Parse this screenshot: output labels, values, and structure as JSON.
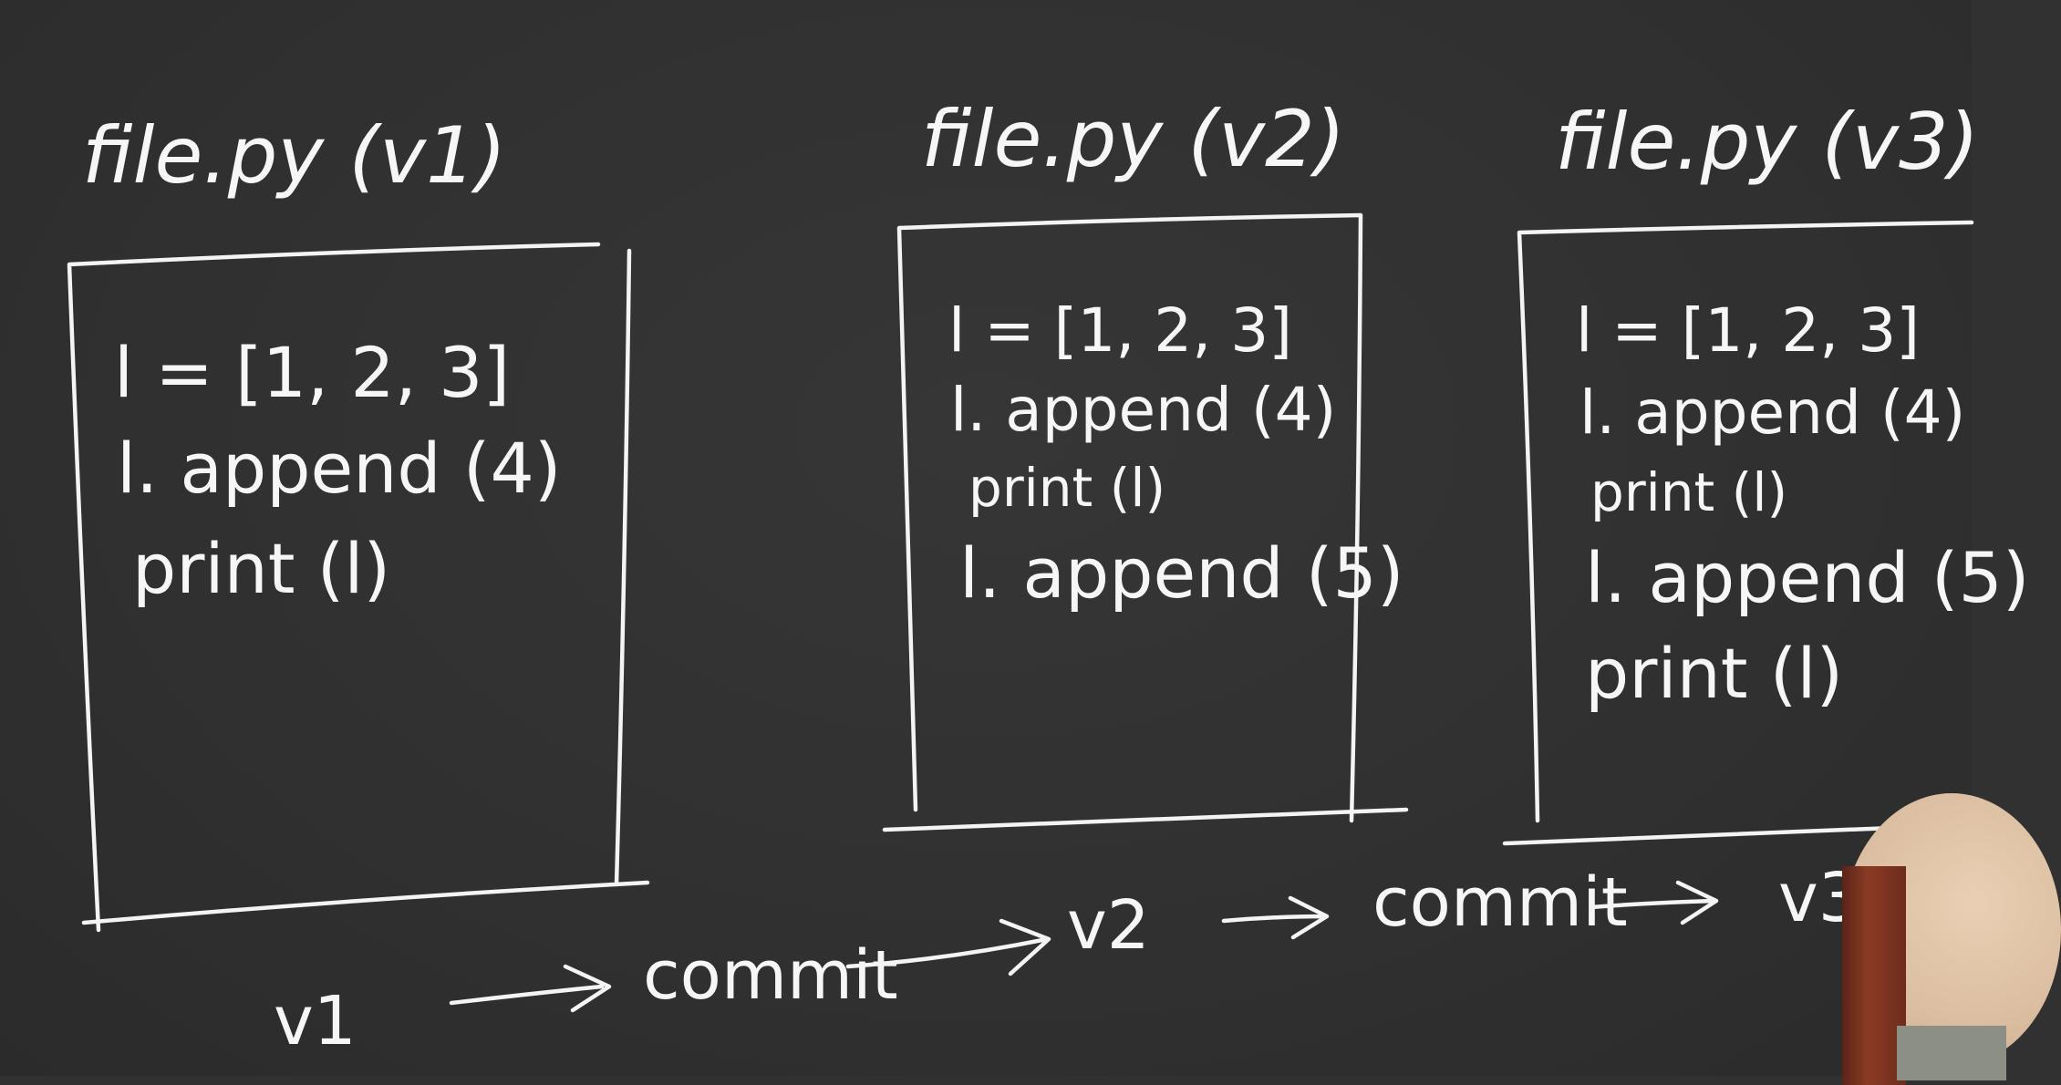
{
  "panels": [
    {
      "title": "file.py (v1)",
      "lines": [
        "l = [1, 2, 3]",
        "l. append (4)",
        "print (l)"
      ]
    },
    {
      "title": "file.py (v2)",
      "lines": [
        "l = [1, 2, 3]",
        "l. append (4)",
        "print (l)",
        "l. append (5)"
      ]
    },
    {
      "title": "file.py (v3)",
      "lines": [
        "l = [1, 2, 3]",
        "l. append (4)",
        "print (l)",
        "l. append (5)",
        "print (l)"
      ]
    }
  ],
  "flow": {
    "v1": "v1",
    "commit1": "commit",
    "v2": "v2",
    "commit2": "commit",
    "v3": "v3"
  },
  "colors": {
    "board": "#313131",
    "chalk": "#f4f4f4"
  }
}
